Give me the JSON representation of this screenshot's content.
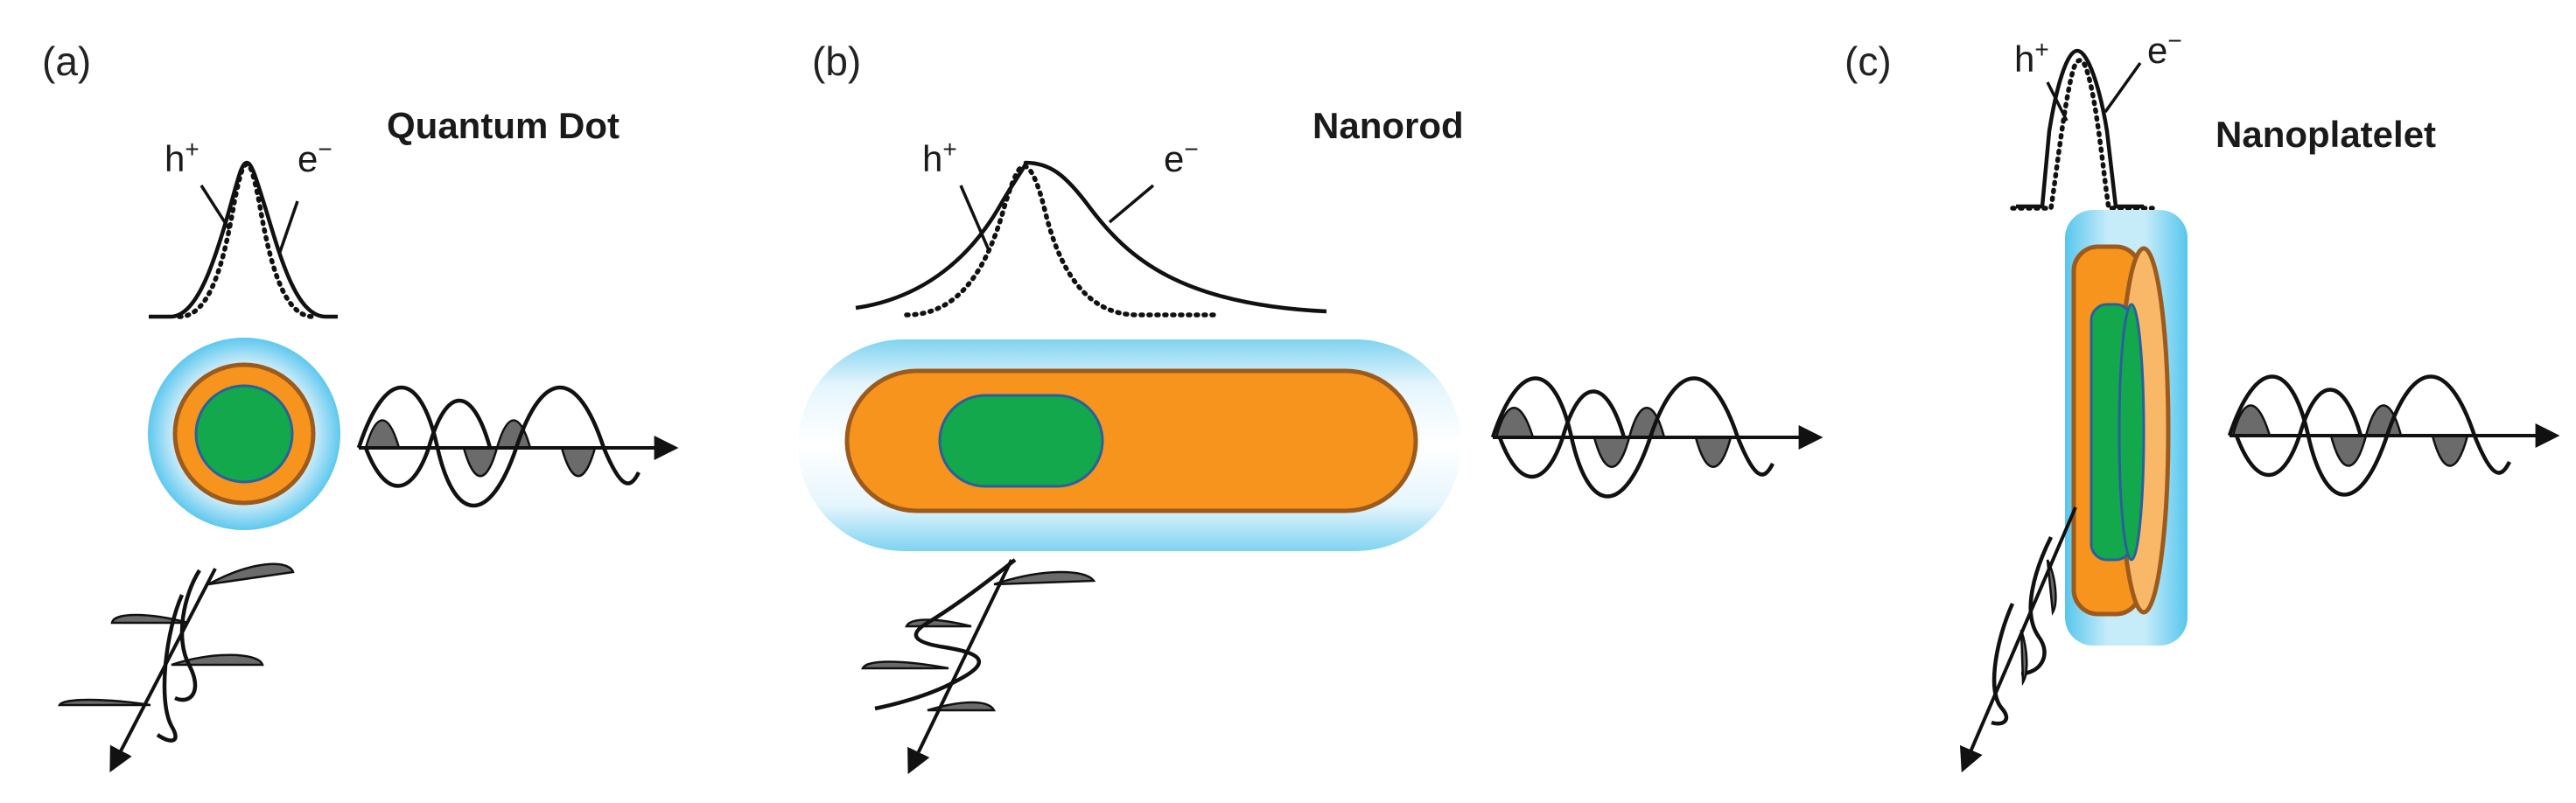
{
  "panels": {
    "a": {
      "label": "(a)",
      "title": "Quantum Dot",
      "hole": "h",
      "electron": "e",
      "hole_sign": "+",
      "electron_sign": "−"
    },
    "b": {
      "label": "(b)",
      "title": "Nanorod",
      "hole": "h",
      "electron": "e",
      "hole_sign": "+",
      "electron_sign": "−"
    },
    "c": {
      "label": "(c)",
      "title": "Nanoplatelet",
      "hole": "h",
      "electron": "e",
      "hole_sign": "+",
      "electron_sign": "−"
    }
  },
  "colors": {
    "core": "#12a84b",
    "shell": "#f7941d",
    "shell_edge": "#9c5b1d",
    "ligand_halo": "#5ec8ee",
    "wave_fill": "#6b6b6b",
    "line": "#111111"
  }
}
